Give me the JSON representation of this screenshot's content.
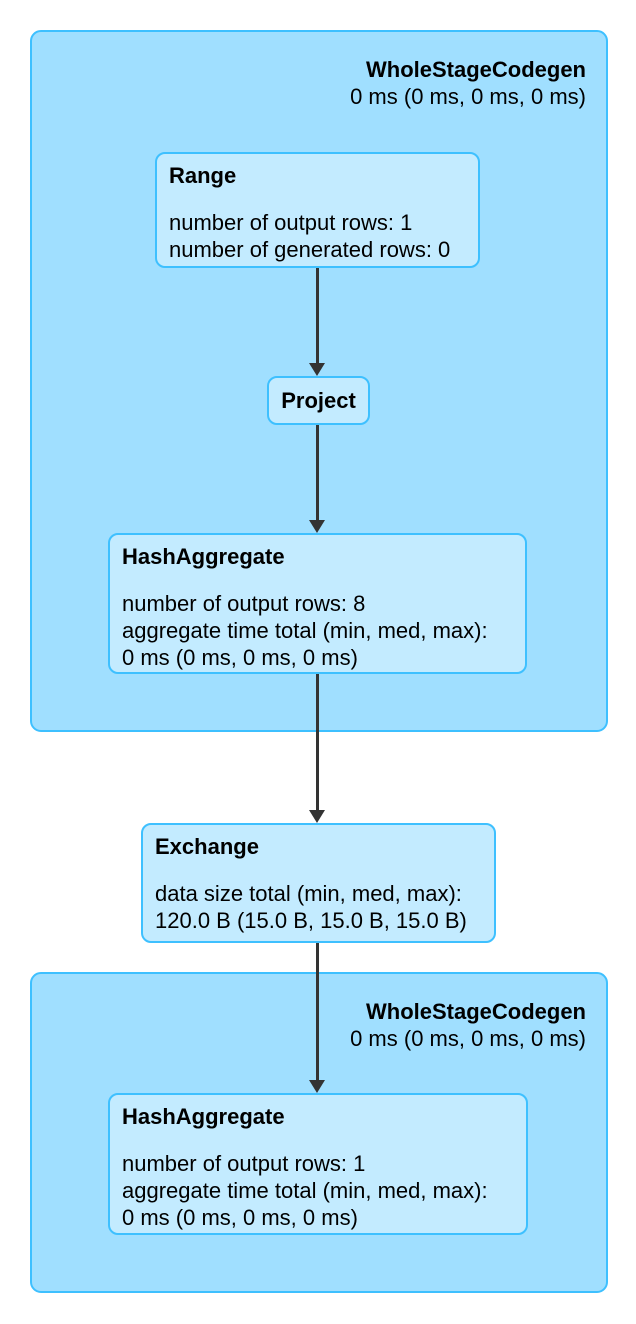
{
  "diagram": {
    "type": "spark-sql-query-plan",
    "colors": {
      "background": "#FFFFFF",
      "cluster_fill": "#A0DFFF",
      "cluster_stroke": "#3EC0FF",
      "node_fill": "#C3EBFF",
      "node_stroke": "#3EC0FF",
      "edge_color": "#333333",
      "text_color": "#000000"
    },
    "clusters": [
      {
        "id": "wholestagecodegen-1",
        "name": "WholeStageCodegen",
        "metric": "0 ms (0 ms, 0 ms, 0 ms)"
      },
      {
        "id": "wholestagecodegen-2",
        "name": "WholeStageCodegen",
        "metric": "0 ms (0 ms, 0 ms, 0 ms)"
      }
    ],
    "nodes": [
      {
        "id": "range",
        "title": "Range",
        "metrics": [
          "number of output rows: 1",
          "number of generated rows: 0"
        ]
      },
      {
        "id": "project",
        "title": "Project",
        "metrics": []
      },
      {
        "id": "hashaggregate-1",
        "title": "HashAggregate",
        "metrics": [
          "number of output rows: 8",
          "aggregate time total (min, med, max):",
          "0 ms (0 ms, 0 ms, 0 ms)"
        ]
      },
      {
        "id": "exchange",
        "title": "Exchange",
        "metrics": [
          "data size total (min, med, max):",
          "120.0 B (15.0 B, 15.0 B, 15.0 B)"
        ]
      },
      {
        "id": "hashaggregate-2",
        "title": "HashAggregate",
        "metrics": [
          "number of output rows: 1",
          "aggregate time total (min, med, max):",
          "0 ms (0 ms, 0 ms, 0 ms)"
        ]
      }
    ],
    "edges": [
      {
        "from": "range",
        "to": "project"
      },
      {
        "from": "project",
        "to": "hashaggregate-1"
      },
      {
        "from": "hashaggregate-1",
        "to": "exchange"
      },
      {
        "from": "exchange",
        "to": "hashaggregate-2"
      }
    ]
  }
}
